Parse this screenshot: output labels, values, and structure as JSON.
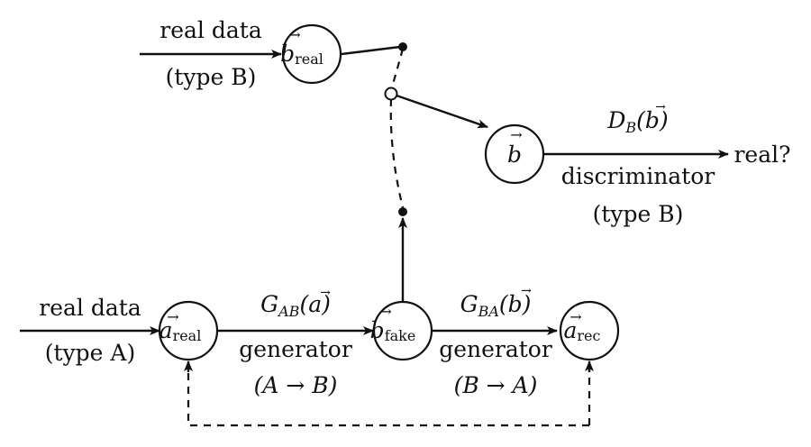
{
  "diagram": {
    "nodes": {
      "a_real": {
        "symbol": "a",
        "subscript": "real"
      },
      "b_fake": {
        "symbol": "b",
        "subscript": "fake"
      },
      "a_rec": {
        "symbol": "a",
        "subscript": "rec"
      },
      "b_real": {
        "symbol": "b",
        "subscript": "real"
      },
      "b_disc": {
        "symbol": "b",
        "subscript": ""
      }
    },
    "labels": {
      "real_data_a": "real data",
      "type_a": "(type A)",
      "real_data_b": "real data",
      "type_b_input": "(type B)",
      "g_ab_name": "G",
      "g_ab_sub": "AB",
      "g_ab_arg": "(a)",
      "generator_ab": "generator",
      "dir_ab": "(A → B)",
      "g_ba_name": "G",
      "g_ba_sub": "BA",
      "g_ba_arg": "(b)",
      "generator_ba": "generator",
      "dir_ba": "(B → A)",
      "d_b_name": "D",
      "d_b_sub": "B",
      "d_b_arg": "(b)",
      "discriminator": "discriminator",
      "type_b_disc": "(type B)",
      "output": "real?"
    }
  }
}
